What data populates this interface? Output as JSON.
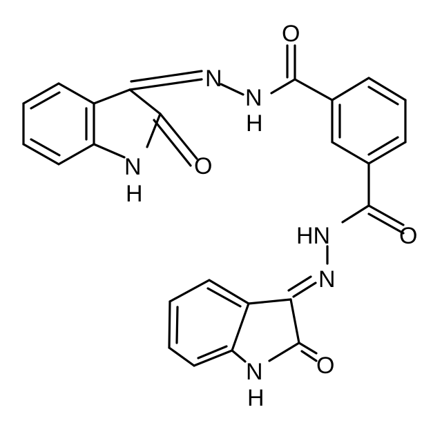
{
  "molecule": {
    "atoms": {
      "o_top": "O",
      "n_upper_imine": "N",
      "n_upper_amide": "N",
      "h_upper_amide": "H",
      "o_upper_lactam": "O",
      "n_upper_ring": "N",
      "h_upper_ring": "H",
      "nh_lower_amide": "HN",
      "o_lower_carbonyl": "O",
      "n_lower_imine": "N",
      "o_lower_lactam": "O",
      "n_lower_ring": "N",
      "h_lower_ring": "H"
    }
  }
}
